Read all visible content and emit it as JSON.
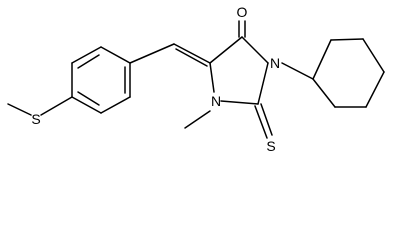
{
  "molecule": {
    "atoms": {
      "o_label": "O",
      "n3_label": "N",
      "n1_label": "N",
      "s_thione_label": "S",
      "s_thioether_label": "S"
    }
  },
  "colors": {
    "bond": "#000000",
    "background": "#ffffff"
  }
}
